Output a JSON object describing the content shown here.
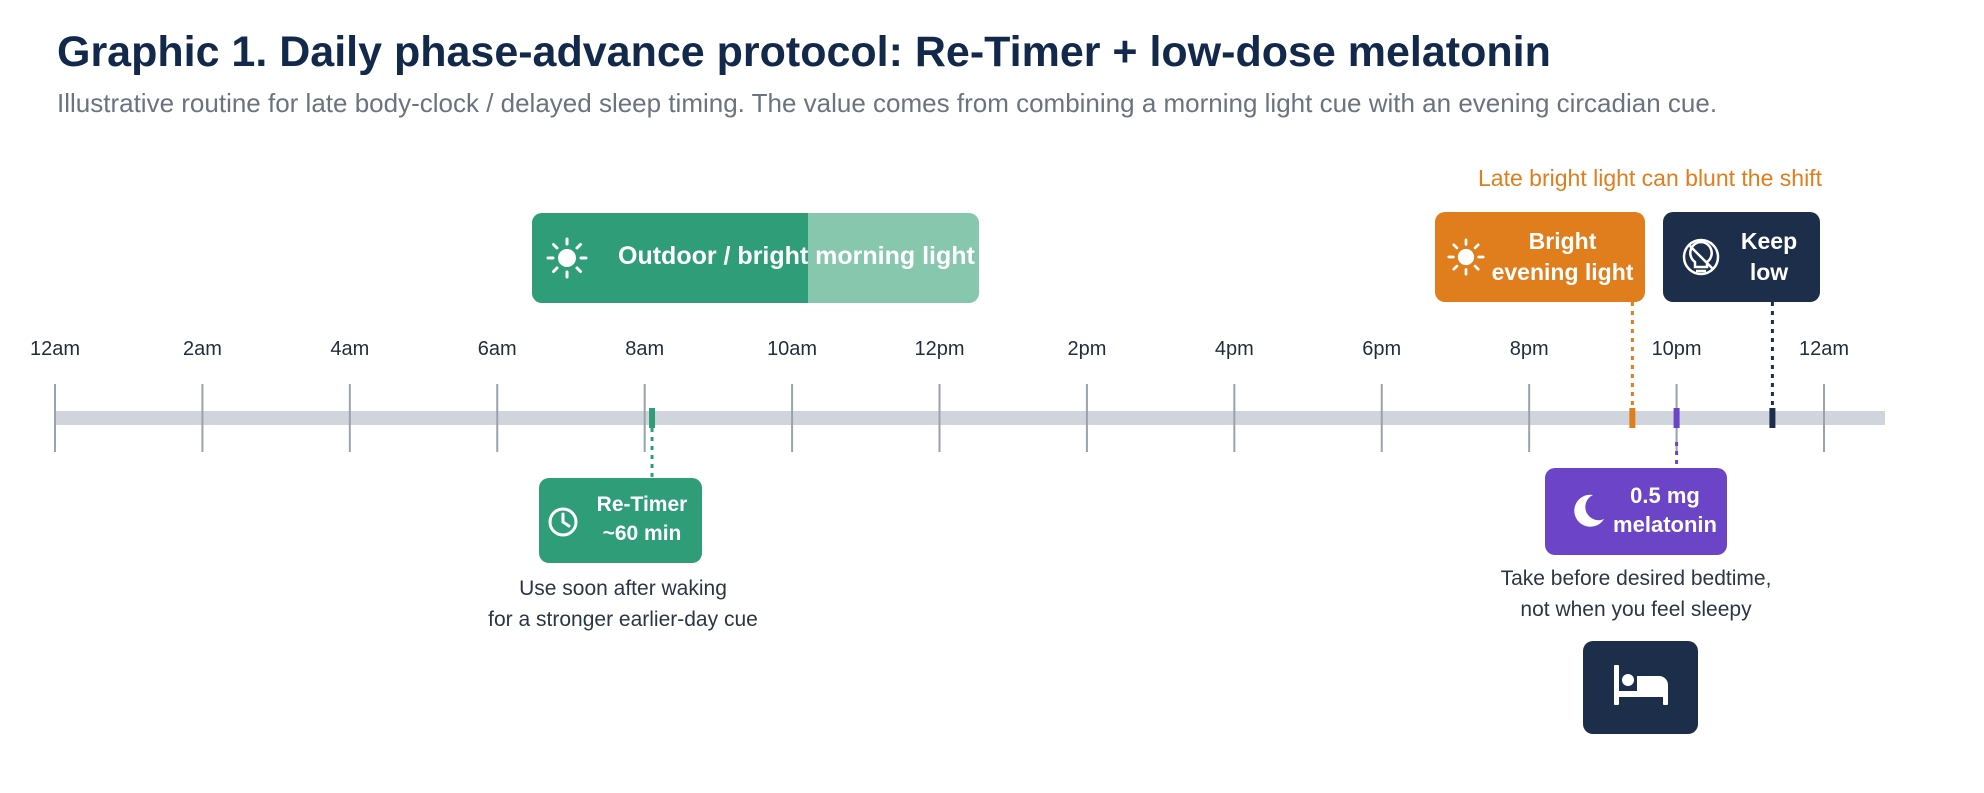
{
  "header": {
    "title": "Graphic 1. Daily phase-advance protocol: Re-Timer + low-dose melatonin",
    "subtitle": "Illustrative routine for late body-clock / delayed sleep timing. The value comes from combining a morning light cue with an evening circadian cue."
  },
  "timeline": {
    "range_hours": [
      0,
      26
    ],
    "ticks": [
      {
        "hour": 0,
        "label": "12am"
      },
      {
        "hour": 2,
        "label": "2am"
      },
      {
        "hour": 4,
        "label": "4am"
      },
      {
        "hour": 6,
        "label": "6am"
      },
      {
        "hour": 8,
        "label": "8am"
      },
      {
        "hour": 10,
        "label": "10am"
      },
      {
        "hour": 12,
        "label": "12pm"
      },
      {
        "hour": 14,
        "label": "2pm"
      },
      {
        "hour": 16,
        "label": "4pm"
      },
      {
        "hour": 18,
        "label": "6pm"
      },
      {
        "hour": 20,
        "label": "8pm"
      },
      {
        "hour": 22,
        "label": "10pm"
      },
      {
        "hour": 24,
        "label": "12am"
      }
    ],
    "markers": [
      {
        "name": "retimer",
        "hour": 8.1,
        "color": "#2f9e78"
      },
      {
        "name": "bright-evening",
        "hour": 21.4,
        "color": "#e07d1c"
      },
      {
        "name": "melatonin",
        "hour": 22.0,
        "color": "#6b44c8"
      },
      {
        "name": "keep-low",
        "hour": 23.3,
        "color": "#1c2e4a"
      }
    ]
  },
  "morning_light": {
    "label": "Outdoor / bright morning light",
    "icon": "sun-icon"
  },
  "retimer": {
    "label": "Re-Timer ~60 min",
    "icon": "clock-icon",
    "note_line1": "Use soon after waking",
    "note_line2": "for a stronger earlier-day cue"
  },
  "evening_light": {
    "label": "Bright evening light",
    "icon": "sun-icon",
    "warning": "Late bright light can blunt the shift"
  },
  "keep_low": {
    "label": "Keep low",
    "icon": "no-light-icon"
  },
  "melatonin": {
    "label": "0.5 mg melatonin",
    "icon": "moon-icon",
    "note_line1": "Take before desired bedtime,",
    "note_line2": "not when you feel sleepy"
  },
  "bedtime": {
    "icon": "bed-icon"
  },
  "colors": {
    "green": "#2f9e78",
    "green_light": "#87c7ae",
    "orange": "#e07d1c",
    "navy": "#1c2e4a",
    "purple": "#6b44c8",
    "track": "#d0d5dd"
  }
}
